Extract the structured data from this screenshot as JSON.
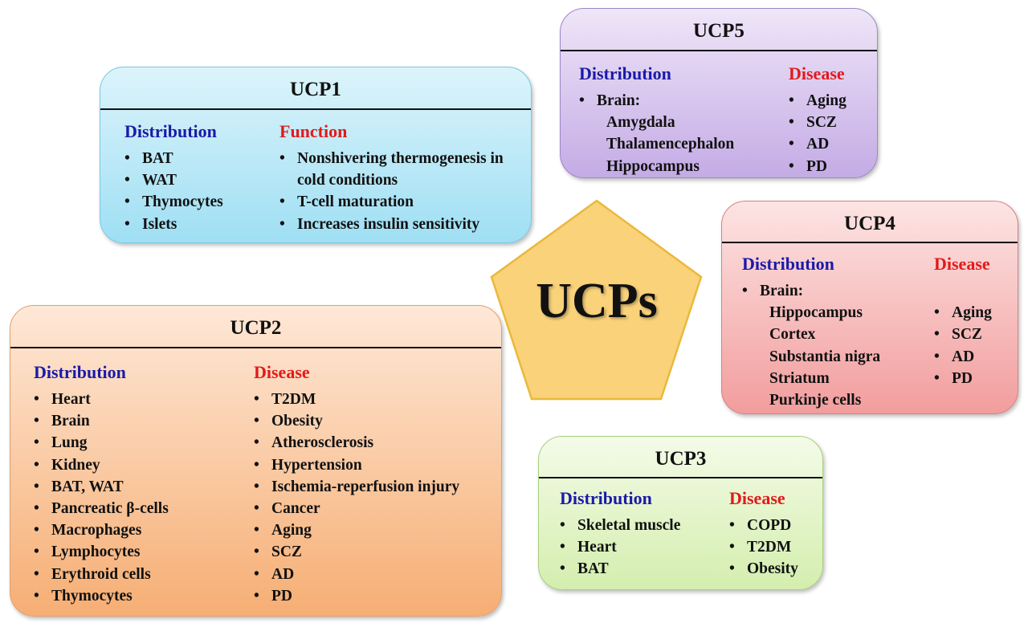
{
  "center": {
    "label": "UCPs",
    "fill": "#f9d27a",
    "stroke": "#eab93a"
  },
  "colors": {
    "distribution": "#1a1aa8",
    "second": "#e01b1b"
  },
  "boxes": {
    "ucp1": {
      "title": "UCP1",
      "left": {
        "header": "Distribution",
        "items": [
          "BAT",
          "WAT",
          "Thymocytes",
          "Islets"
        ]
      },
      "right": {
        "header": "Function",
        "items": [
          "Nonshivering thermogenesis in cold conditions",
          "T-cell maturation",
          "Increases insulin sensitivity"
        ]
      }
    },
    "ucp5": {
      "title": "UCP5",
      "left": {
        "header": "Distribution",
        "items": [
          "Brain:"
        ],
        "subitems": [
          "Amygdala",
          "Thalamencephalon",
          "Hippocampus"
        ]
      },
      "right": {
        "header": "Disease",
        "items": [
          "Aging",
          "SCZ",
          "AD",
          "PD"
        ]
      }
    },
    "ucp4": {
      "title": "UCP4",
      "left": {
        "header": "Distribution",
        "items": [
          "Brain:"
        ],
        "subitems": [
          "Hippocampus",
          "Cortex",
          "Substantia nigra",
          "Striatum",
          "Purkinje cells"
        ]
      },
      "right": {
        "header": "Disease",
        "items": [
          "Aging",
          "SCZ",
          "AD",
          "PD"
        ]
      }
    },
    "ucp2": {
      "title": "UCP2",
      "left": {
        "header": "Distribution",
        "items": [
          "Heart",
          "Brain",
          "Lung",
          "Kidney",
          "BAT, WAT",
          "Pancreatic β-cells",
          "Macrophages",
          "Lymphocytes",
          "Erythroid cells",
          "Thymocytes"
        ]
      },
      "right": {
        "header": "Disease",
        "items": [
          "T2DM",
          "Obesity",
          "Atherosclerosis",
          "Hypertension",
          "Ischemia-reperfusion injury",
          "Cancer",
          "Aging",
          "SCZ",
          "AD",
          "PD"
        ]
      }
    },
    "ucp3": {
      "title": "UCP3",
      "left": {
        "header": "Distribution",
        "items": [
          "Skeletal muscle",
          "Heart",
          "BAT"
        ]
      },
      "right": {
        "header": "Disease",
        "items": [
          "COPD",
          "T2DM",
          "Obesity"
        ]
      }
    }
  }
}
